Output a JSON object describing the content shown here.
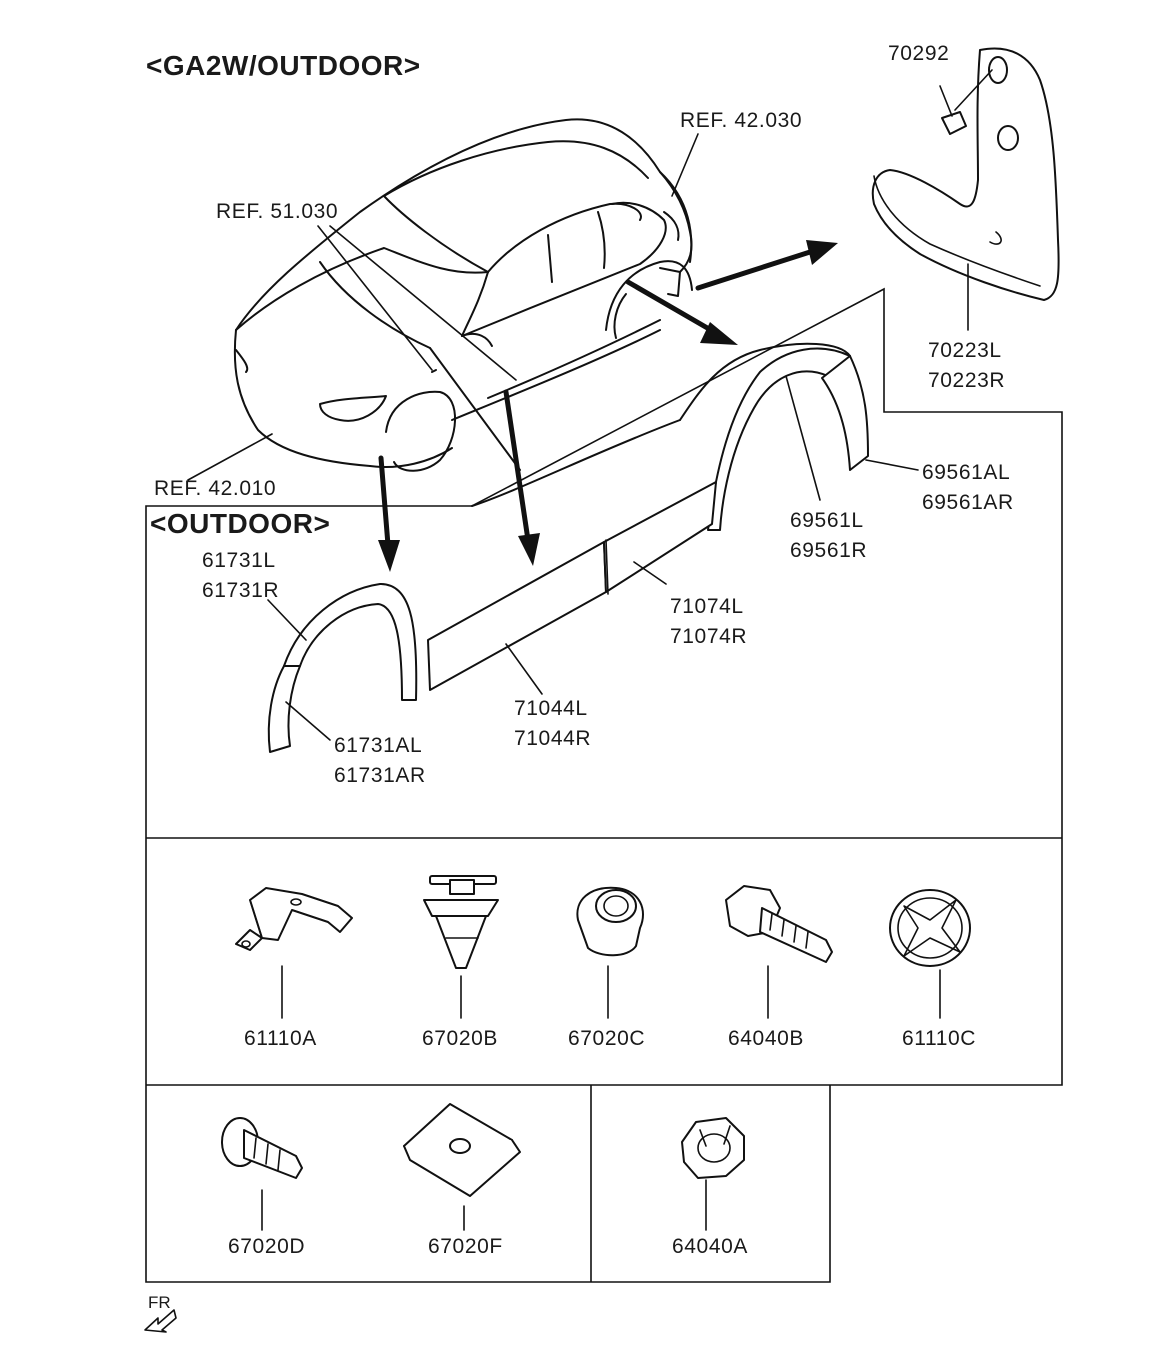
{
  "titles": {
    "main": "<GA2W/OUTDOOR>",
    "outdoor": "<OUTDOOR>"
  },
  "refs": {
    "r1": "REF. 42.030",
    "r2": "REF. 51.030",
    "r3": "REF. 42.010"
  },
  "parts": {
    "p70292": "70292",
    "p70223L": "70223L",
    "p70223R": "70223R",
    "p69561AL": "69561AL",
    "p69561AR": "69561AR",
    "p69561L": "69561L",
    "p69561R": "69561R",
    "p71074L": "71074L",
    "p71074R": "71074R",
    "p61731L": "61731L",
    "p61731R": "61731R",
    "p61731AL": "61731AL",
    "p61731AR": "61731AR",
    "p71044L": "71044L",
    "p71044R": "71044R"
  },
  "fasteners": {
    "f61110A": "61110A",
    "f67020B": "67020B",
    "f67020C": "67020C",
    "f64040B": "64040B",
    "f61110C": "61110C",
    "f67020D": "67020D",
    "f67020F": "67020F",
    "f64040A": "64040A"
  },
  "direction": "FR",
  "icons": {
    "front_direction": "fr-arrow-icon"
  }
}
